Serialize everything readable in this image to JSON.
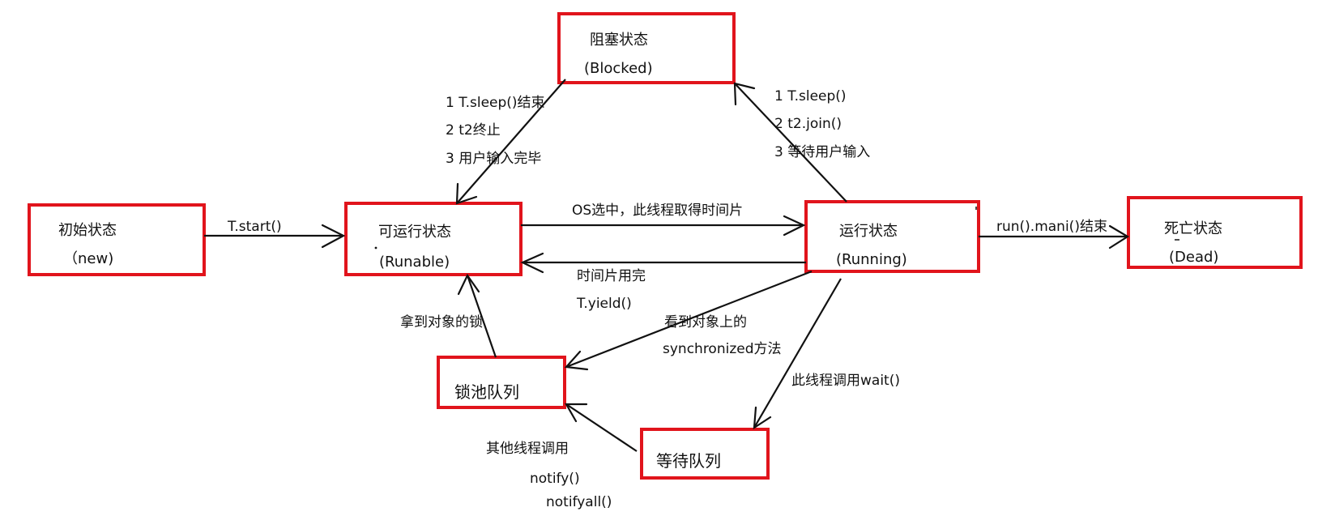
{
  "states": {
    "new": {
      "name": "初始状态",
      "english": "（new)"
    },
    "runnable": {
      "name": "可运行状态",
      "english": "(Runable)"
    },
    "blocked": {
      "name": "阻塞状态",
      "english": "(Blocked)"
    },
    "running": {
      "name": "运行状态",
      "english": "(Running)"
    },
    "dead": {
      "name": "死亡状态",
      "english": "(Dead)"
    },
    "lock_pool": {
      "name": "锁池队列"
    },
    "wait_queue": {
      "name": "等待队列"
    }
  },
  "transitions": {
    "start": {
      "label": "T.start()"
    },
    "os_select": {
      "label": "OS选中，此线程取得时间片"
    },
    "timeslice_done": {
      "lines": [
        "时间片用完",
        "T.yield()"
      ]
    },
    "to_blocked": {
      "lines": [
        "1 T.sleep()",
        "2 t2.join()",
        "3 等待用户输入"
      ]
    },
    "from_blocked": {
      "lines": [
        "1 T.sleep()结束",
        "2 t2终止",
        "3 用户输入完毕"
      ]
    },
    "to_dead": {
      "label": "run().mani()结束"
    },
    "to_lock_pool": {
      "lines": [
        "看到对象上的",
        "synchronized方法"
      ]
    },
    "got_lock": {
      "label": "拿到对象的锁"
    },
    "call_wait": {
      "label": "此线程调用wait()"
    },
    "notify": {
      "lines": [
        "其他线程调用",
        "notify()",
        "notifyall()"
      ]
    }
  },
  "colors": {
    "state_border": "#e1141c",
    "arrow": "#111111"
  }
}
